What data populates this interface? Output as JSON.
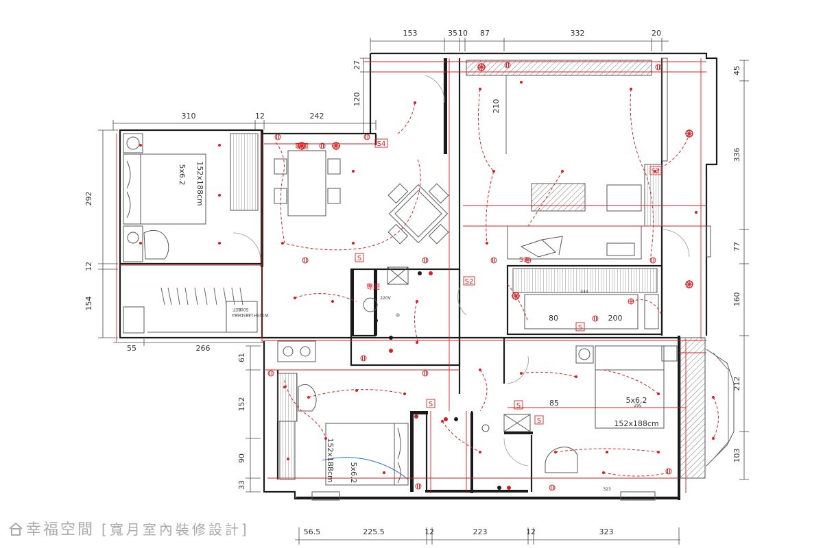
{
  "dimensions": {
    "top": [
      "153",
      "35",
      "10",
      "87",
      "332",
      "20"
    ],
    "left_upper": [
      "310",
      "12",
      "242"
    ],
    "right": [
      "45",
      "336",
      "77",
      "160",
      "212",
      "103"
    ],
    "upper_left_vertical": [
      "27",
      "120",
      "210"
    ],
    "left_vertical": [
      "292",
      "12",
      "154"
    ],
    "left_lower_vertical": [
      "61",
      "152",
      "90",
      "33"
    ],
    "left_bottom_horizontal": [
      "55",
      "266"
    ],
    "bottom": [
      "56.5",
      "225.5",
      "12",
      "223",
      "12",
      "323"
    ]
  },
  "rooms": {
    "bed_size": "5x6.2",
    "bed_dims": "152x188cm",
    "bed_size_br": "5x6.2",
    "bed_dims_br": "152x188cm",
    "bed_size_bl": "5x6.2",
    "bed_dims_bl": "152x188cm",
    "sofa_80": "80",
    "sofa_200": "200",
    "dim_85": "85",
    "dim_295": "295",
    "dim_340": "340",
    "dim_323": "323",
    "fridge_line1": "REF.",
    "fridge_line2": "500L",
    "fridge_line3": "W725H1885D684",
    "kitchen_note": "專迴",
    "kitchen_note2": "專迴",
    "volt": "220V"
  },
  "switch_labels": [
    "S",
    "S2",
    "S3",
    "S4",
    "S",
    "S",
    "S",
    "S2",
    "S"
  ],
  "watermark": {
    "brand": "幸福空間",
    "sub": "[寬月室內裝修設計]"
  },
  "colors": {
    "wall": "#1a1a1a",
    "electrical": "#d42020",
    "line": "#555555",
    "arc": "#2a6fd0"
  }
}
